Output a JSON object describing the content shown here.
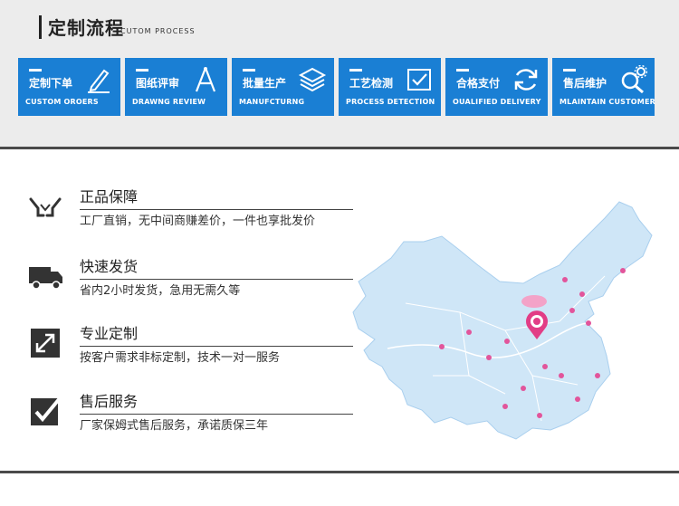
{
  "header": {
    "title_cn": "定制流程",
    "title_en": "CUTOM PROCESS"
  },
  "steps": [
    {
      "label_cn": "定制下单",
      "label_en": "CUSTOM OROERS",
      "icon": "pen-icon"
    },
    {
      "label_cn": "图纸评审",
      "label_en": "DRAWNG REVIEW",
      "icon": "drafting-compass-icon"
    },
    {
      "label_cn": "批量生产",
      "label_en": "MANUFCTURNG",
      "icon": "layers-icon"
    },
    {
      "label_cn": "工艺检测",
      "label_en": "PROCESS DETECTION",
      "icon": "checkbox-icon"
    },
    {
      "label_cn": "合格支付",
      "label_en": "OUALIFIED DELIVERY",
      "icon": "refresh-icon"
    },
    {
      "label_cn": "售后维护",
      "label_en": "MLAINTAIN CUSTOMER",
      "icon": "gear-search-icon"
    }
  ],
  "features": [
    {
      "title": "正品保障",
      "desc": "工厂直销，无中间商赚差价，一件也享批发价",
      "icon": "handshake-icon"
    },
    {
      "title": "快速发货",
      "desc": "省内2小时发货，急用无需久等",
      "icon": "truck-icon"
    },
    {
      "title": "专业定制",
      "desc": "按客户需求非标定制，技术一对一服务",
      "icon": "resize-icon"
    },
    {
      "title": "售后服务",
      "desc": "厂家保姆式售后服务，承诺质保三年",
      "icon": "check-box-icon"
    }
  ],
  "colors": {
    "step_blue": "#1a7fd4",
    "map_fill": "#cfe6f7",
    "pin": "#e2559b"
  }
}
